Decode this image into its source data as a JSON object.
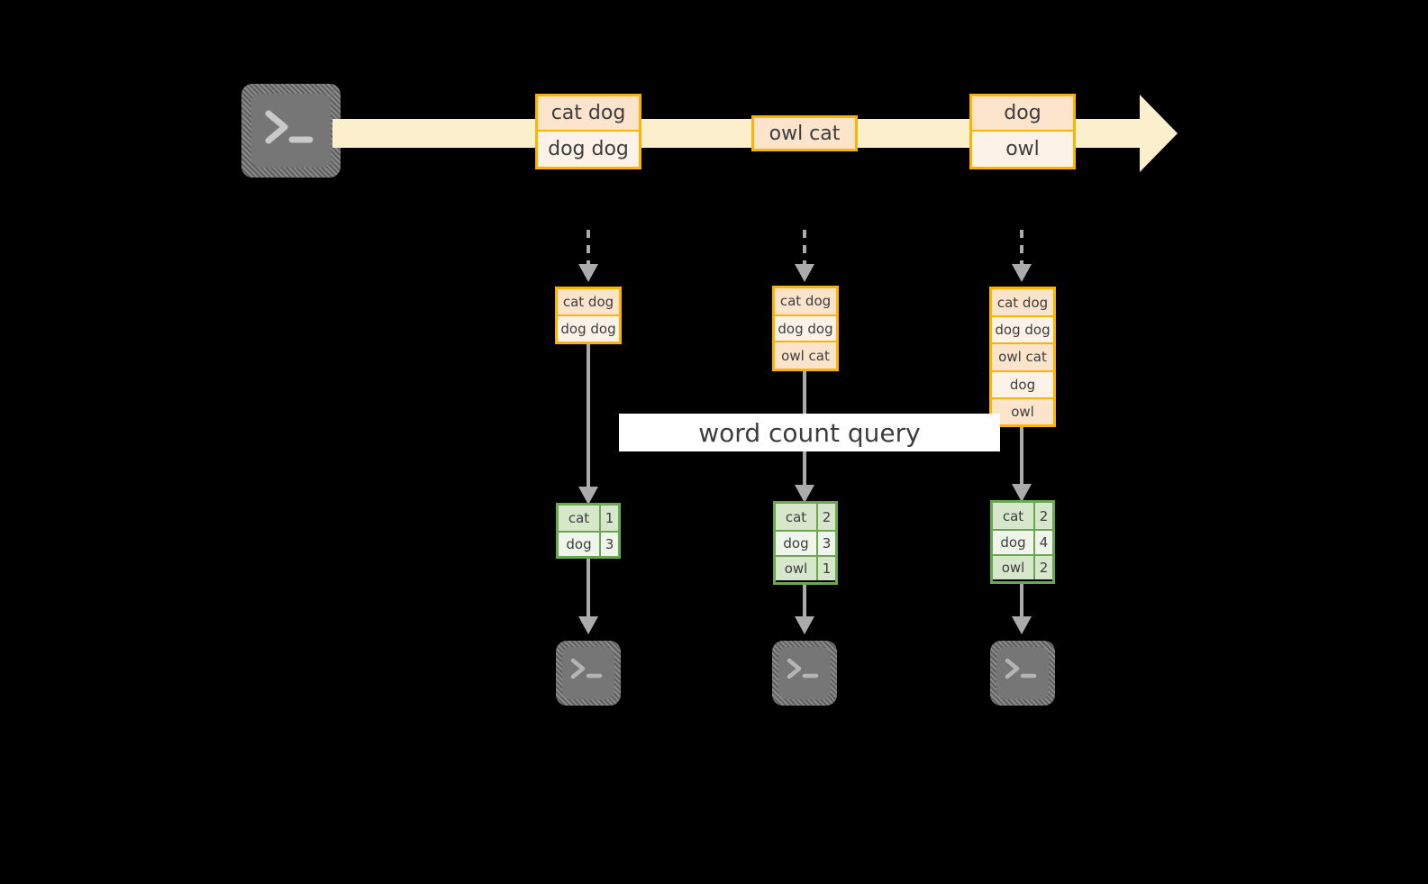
{
  "diagram": {
    "title": "word count query",
    "colors": {
      "stream": "#FCEFCB",
      "message_border": "#FFB300",
      "message_fill_dark": "#FBE3CC",
      "message_fill_light": "#FDF2E7",
      "table_border": "#6AA84F",
      "table_fill_dark": "#D7E7CC",
      "table_fill_light": "#EFF5EB",
      "arrow": "#ABABAB",
      "label_band": "#FFFFFF",
      "background": "#000000",
      "icon_face": "#767676"
    },
    "source": {
      "icon": "terminal-icon",
      "glyph": ">_"
    },
    "stream": {
      "messages": [
        {
          "id": "m1",
          "rows": [
            "cat dog",
            "dog dog"
          ]
        },
        {
          "id": "m2",
          "rows": [
            "owl cat"
          ]
        },
        {
          "id": "m3",
          "rows": [
            "dog",
            "owl"
          ]
        }
      ]
    },
    "snapshots": [
      {
        "id": "s1",
        "input_rows": [
          "cat dog",
          "dog dog"
        ],
        "result": {
          "rows": [
            {
              "word": "cat",
              "count": "1"
            },
            {
              "word": "dog",
              "count": "3"
            }
          ]
        },
        "sink": {
          "icon": "terminal-icon",
          "glyph": ">_"
        }
      },
      {
        "id": "s2",
        "input_rows": [
          "cat dog",
          "dog dog",
          "owl cat"
        ],
        "result": {
          "rows": [
            {
              "word": "cat",
              "count": "2"
            },
            {
              "word": "dog",
              "count": "3"
            },
            {
              "word": "owl",
              "count": "1"
            }
          ]
        },
        "sink": {
          "icon": "terminal-icon",
          "glyph": ">_"
        }
      },
      {
        "id": "s3",
        "input_rows": [
          "cat dog",
          "dog dog",
          "owl cat",
          "dog",
          "owl"
        ],
        "result": {
          "rows": [
            {
              "word": "cat",
              "count": "2"
            },
            {
              "word": "dog",
              "count": "4"
            },
            {
              "word": "owl",
              "count": "2"
            }
          ]
        },
        "sink": {
          "icon": "terminal-icon",
          "glyph": ">_"
        }
      }
    ]
  }
}
